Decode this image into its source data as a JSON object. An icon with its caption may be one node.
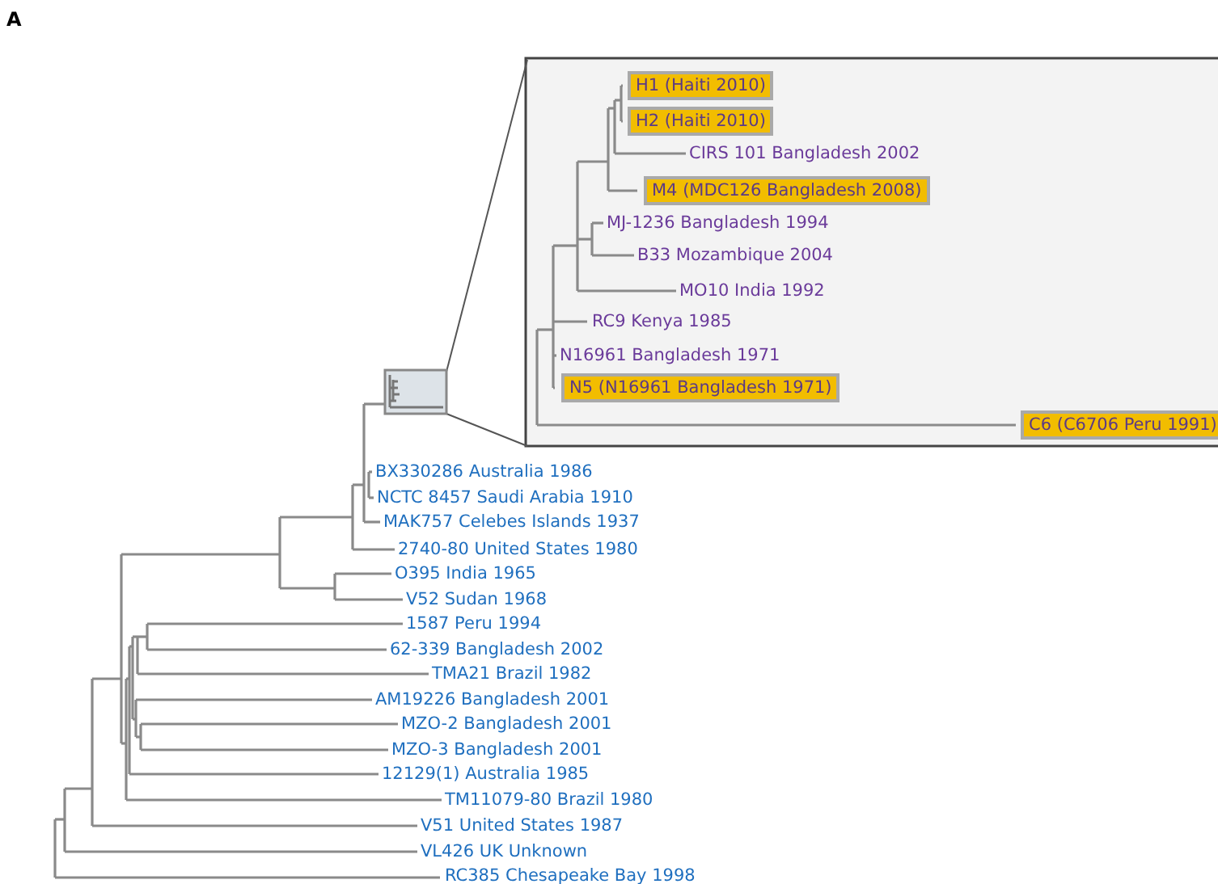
{
  "diagram": {
    "labels": [
      "A",
      "H1 (Haiti 2010)",
      "H2 (Haiti 2010)",
      "CIRS 101 Bangladesh 2002",
      "M4 (MDC126 Bangladesh 2008)",
      "MJ-1236 Bangladesh 1994",
      "B33 Mozambique 2004",
      "MO10 India 1992",
      "RC9 Kenya 1985",
      "N16961 Bangladesh 1971",
      "N5 (N16961 Bangladesh 1971)",
      "C6 (C6706 Peru 1991)",
      "BX330286 Australia 1986",
      "NCTC 8457 Saudi Arabia 1910",
      "MAK757 Celebes Islands 1937",
      "2740-80 United States 1980",
      "O395 India 1965",
      "V52 Sudan 1968",
      "1587 Peru 1994",
      "62-339 Bangladesh 2002",
      "TMA21 Brazil 1982",
      "AM19226 Bangladesh 2001",
      "MZO-2 Bangladesh 2001",
      "MZO-3 Bangladesh 2001",
      "12129(1) Australia 1985",
      "TM11079-80 Brazil 1980",
      "V51 United States 1987",
      "VL426 UK Unknown",
      "RC385 Chesapeake Bay 1998"
    ]
  }
}
